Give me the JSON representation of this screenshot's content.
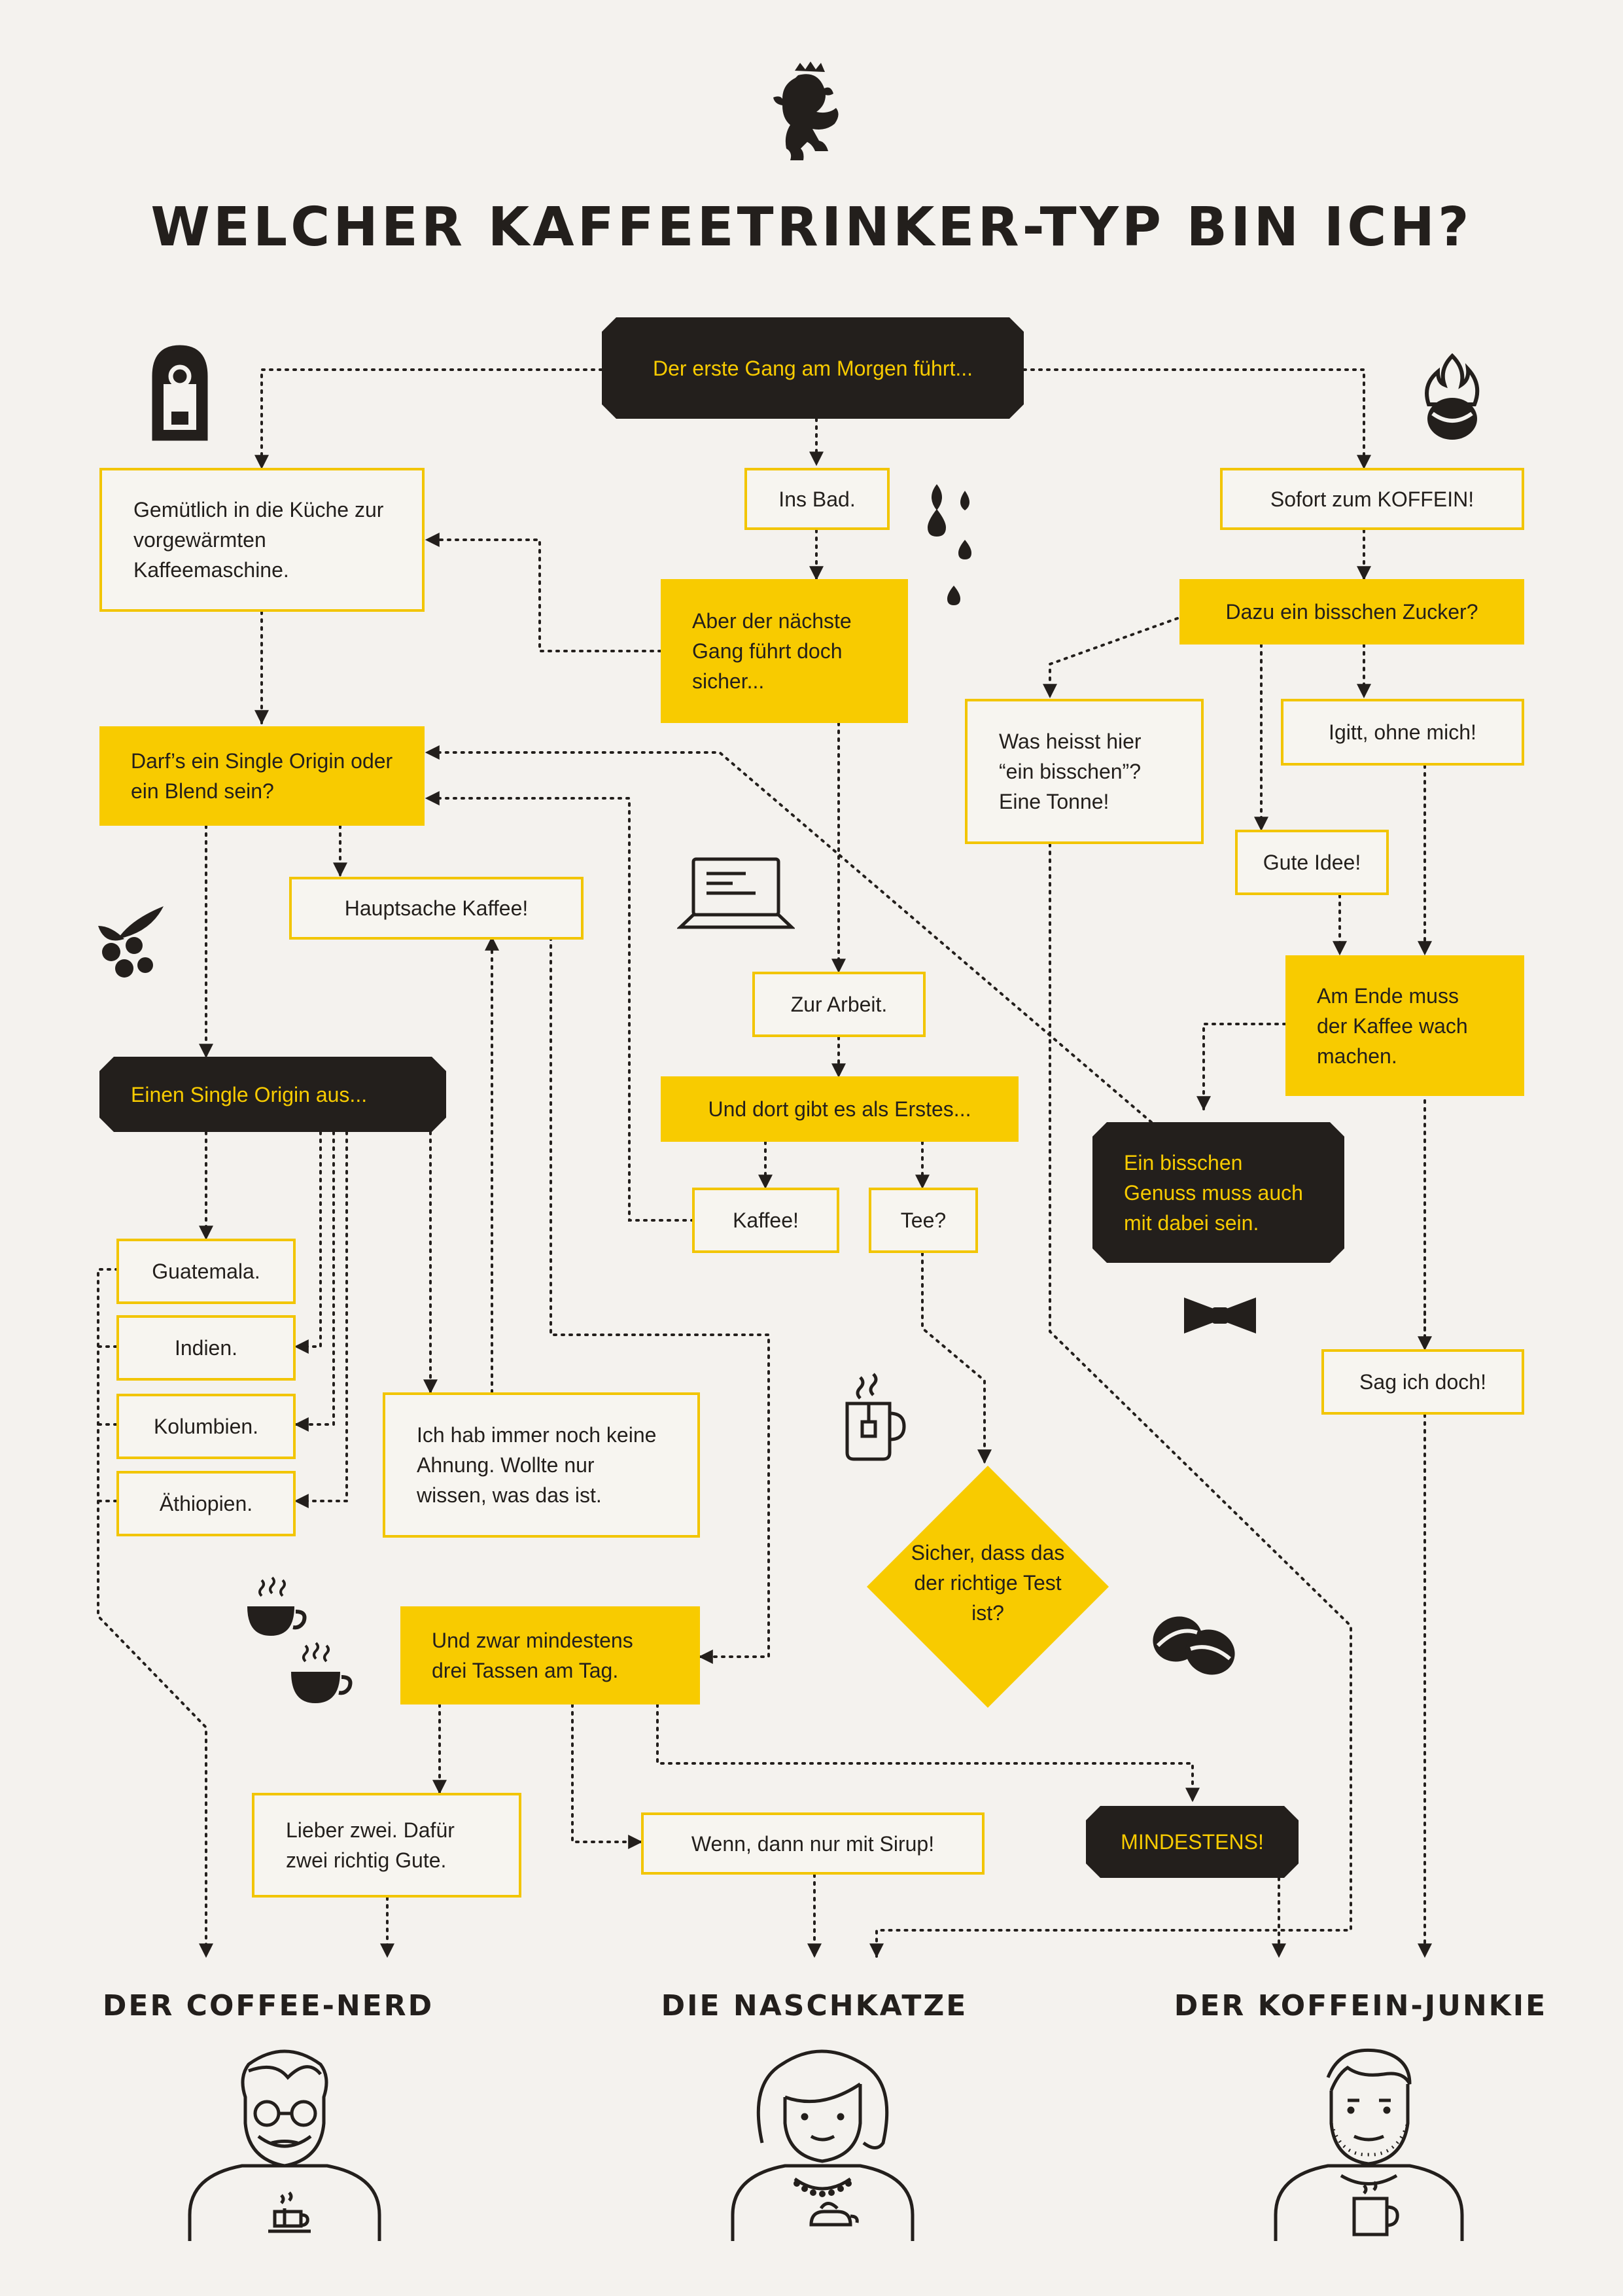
{
  "title": "WELCHER KAFFEETRINKER-TYP BIN ICH?",
  "nodes": {
    "start": "Der erste Gang am Morgen führt...",
    "kueche": "Gemütlich in die Küche zur vorgewärmten Kaffeemaschine.",
    "bad": "Ins Bad.",
    "koffein": "Sofort zum KOFFEIN!",
    "naechster_gang": "Aber der nächste Gang führt doch sicher...",
    "zucker_frage": "Dazu ein bisschen Zucker?",
    "single_origin_frage": "Darf’s ein Single Origin oder ein Blend sein?",
    "bisschen": "Was heisst hier “ein bisschen”? Eine Tonne!",
    "ohne_mich": "Igitt, ohne mich!",
    "gute_idee": "Gute Idee!",
    "hauptsache": "Hauptsache Kaffee!",
    "arbeit": "Zur Arbeit.",
    "wach": "Am Ende muss der Kaffee wach machen.",
    "single_origin_aus": "Einen Single Origin aus...",
    "erstes": "Und dort gibt es als Erstes...",
    "genuss": "Ein bisschen Genuss muss auch mit dabei sein.",
    "kaffee": "Kaffee!",
    "tee": "Tee?",
    "guatemala": "Guatemala.",
    "indien": "Indien.",
    "kolumbien": "Kolumbien.",
    "aethiopien": "Äthiopien.",
    "ahnung": "Ich hab immer noch keine Ahnung. Wollte nur wissen, was das ist.",
    "sag_ich_doch": "Sag ich doch!",
    "tee_test": "Sicher, dass das der richtige Test ist?",
    "drei_tassen": "Und zwar mindestens drei Tassen am Tag.",
    "lieber_zwei": "Lieber zwei. Dafür zwei richtig Gute.",
    "sirup": "Wenn, dann nur mit Sirup!",
    "mindestens": "MINDESTENS!"
  },
  "results": {
    "nerd": "DER COFFEE-NERD",
    "naschkatze": "DIE NASCHKATZE",
    "junkie": "DER KOFFEIN-JUNKIE"
  },
  "colors": {
    "background": "#f4f2ee",
    "yellow": "#f8cb00",
    "dark": "#231f1c"
  },
  "icons": [
    "lion-crest-icon",
    "coffee-machine-icon",
    "water-drops-icon",
    "burning-bean-icon",
    "coffee-branch-icon",
    "laptop-icon",
    "tea-mug-icon",
    "bow-tie-icon",
    "coffee-cups-icon",
    "coffee-beans-icon",
    "coffee-nerd-avatar",
    "naschkatze-avatar",
    "koffein-junkie-avatar"
  ]
}
